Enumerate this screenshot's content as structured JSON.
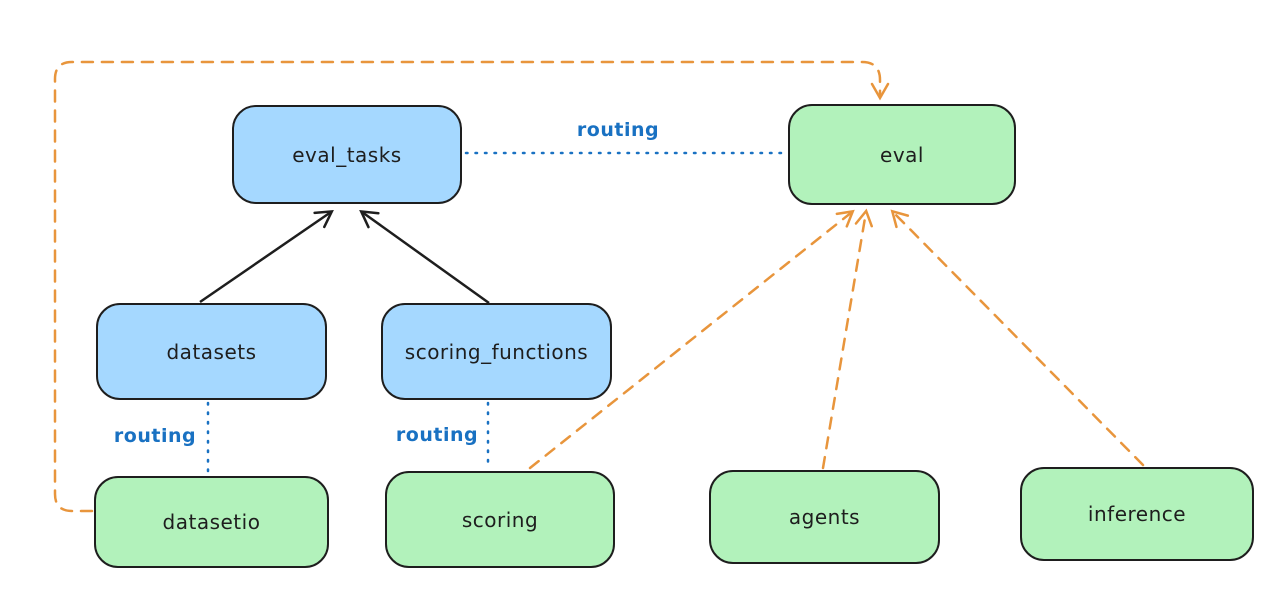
{
  "colors": {
    "node_blue_fill": "#a5d8ff",
    "node_green_fill": "#b2f2bb",
    "node_border": "#1e1e1e",
    "routing_blue": "#1971c2",
    "provider_orange": "#e8953c",
    "arrow_black": "#1e1e1e",
    "background": "#ffffff"
  },
  "nodes": {
    "eval_tasks": {
      "label": "eval_tasks",
      "color": "blue"
    },
    "eval": {
      "label": "eval",
      "color": "green"
    },
    "datasets": {
      "label": "datasets",
      "color": "blue"
    },
    "scoring_functions": {
      "label": "scoring_functions",
      "color": "blue"
    },
    "datasetio": {
      "label": "datasetio",
      "color": "green"
    },
    "scoring": {
      "label": "scoring",
      "color": "green"
    },
    "agents": {
      "label": "agents",
      "color": "green"
    },
    "inference": {
      "label": "inference",
      "color": "green"
    }
  },
  "edges": {
    "datasets_to_eval_tasks": {
      "from": "datasets",
      "to": "eval_tasks",
      "style": "solid-black-arrow"
    },
    "scoring_functions_to_eval_tasks": {
      "from": "scoring_functions",
      "to": "eval_tasks",
      "style": "solid-black-arrow"
    },
    "eval_tasks_to_eval": {
      "from": "eval_tasks",
      "to": "eval",
      "style": "dotted-blue",
      "label": "routing"
    },
    "datasets_to_datasetio": {
      "from": "datasets",
      "to": "datasetio",
      "style": "dotted-blue",
      "label": "routing"
    },
    "scoring_functions_to_scoring": {
      "from": "scoring_functions",
      "to": "scoring",
      "style": "dotted-blue",
      "label": "routing"
    },
    "scoring_to_eval": {
      "from": "scoring",
      "to": "eval",
      "style": "dashed-orange-arrow"
    },
    "agents_to_eval": {
      "from": "agents",
      "to": "eval",
      "style": "dashed-orange-arrow"
    },
    "inference_to_eval": {
      "from": "inference",
      "to": "eval",
      "style": "dashed-orange-arrow"
    },
    "datasetio_to_eval": {
      "from": "datasetio",
      "to": "eval",
      "style": "dashed-orange-arrow-elbow"
    }
  }
}
